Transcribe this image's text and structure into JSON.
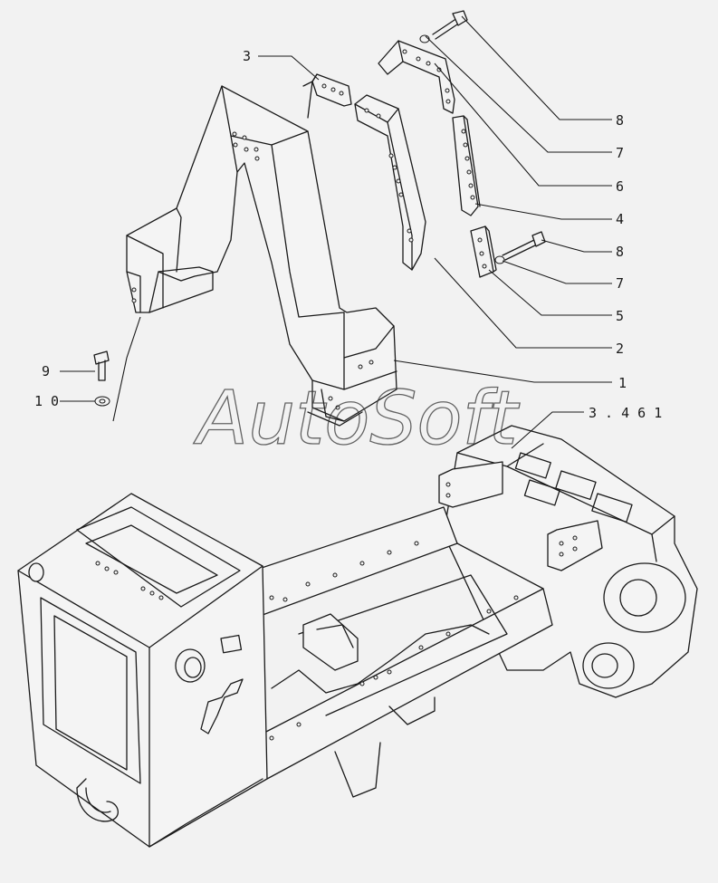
{
  "watermark": "AutoSoft",
  "callouts": [
    {
      "id": "label-3-top",
      "text": "3"
    },
    {
      "id": "label-8-a",
      "text": "8"
    },
    {
      "id": "label-7-a",
      "text": "7"
    },
    {
      "id": "label-6",
      "text": "6"
    },
    {
      "id": "label-4",
      "text": "4"
    },
    {
      "id": "label-8-b",
      "text": "8"
    },
    {
      "id": "label-7-b",
      "text": "7"
    },
    {
      "id": "label-5",
      "text": "5"
    },
    {
      "id": "label-2",
      "text": "2"
    },
    {
      "id": "label-1",
      "text": "1"
    },
    {
      "id": "label-9",
      "text": "9"
    },
    {
      "id": "label-10",
      "text": "1 0"
    },
    {
      "id": "label-ref",
      "text": "3 . 4 6 1"
    }
  ]
}
